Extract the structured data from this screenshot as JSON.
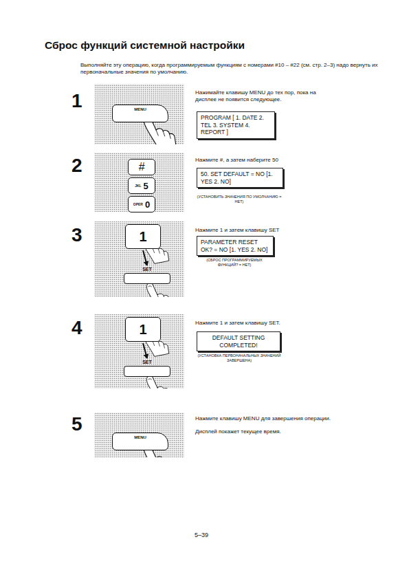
{
  "diagram": {
    "title": "Сброс функций системной настройки",
    "nodes": [
      {
        "text": [
          "MENU"
        ]
      },
      {
        "text": [
          "PROGRAM [ 1. DATE 2. TEL 3. SYSTEM 4. REPORT ]"
        ]
      },
      {
        "text": [
          "#"
        ]
      },
      {
        "text": [
          "JKL",
          "5"
        ]
      },
      {
        "text": [
          "OPER",
          "0"
        ]
      },
      {
        "text": [
          "50. SET DEFAULT = NO [1. YES 2. NO]"
        ]
      },
      {
        "text": [
          "1"
        ]
      },
      {
        "text": [
          "SET"
        ]
      },
      {
        "text": [
          "PARAMETER RESET OK? = NO [1. YES 2. NO]"
        ]
      },
      {
        "text": [
          "1"
        ]
      },
      {
        "text": [
          "SET"
        ]
      },
      {
        "text": [
          "DEFAULT SETTING COMPLETED!"
        ]
      },
      {
        "text": [
          "MENU"
        ]
      }
    ],
    "edges": [
      {
        "from": 6,
        "to": 7,
        "arrow": "to"
      },
      {
        "from": 9,
        "to": 10,
        "arrow": "to"
      }
    ],
    "labels": [
      "Выполняйте эту операцию, когда программируемым функциям с номерами #10 – #22 (см. стр. 2–3) надо вернуть их первоначальные значения по умолчанию.",
      "1",
      "Нажимайте клавишу MENU до тех пор, пока на дисплее не появится следующее.",
      "2",
      "Нажмите #, а затем наберите 50",
      "(УСТАНОВИТЬ ЗНАЧЕНИЯ ПО УМОЛЧАНИЮ = НЕТ)",
      "3",
      "Нажмите 1 и затем клавишу SET",
      "(СБРОС ПРОГРАММИРУЕМЫХ ФУНКЦИЙ? = НЕТ)",
      "4",
      "Нажмите 1 и затем клавишу SET.",
      "(УСТАНОВКА ПЕРВОНАЧАЛЬНЫХ ЗНАЧЕНИЙ ЗАВЕРШЕНА)",
      "5",
      "Нажмите клавишу MENU для завершения операции.",
      "Дисплей покажет текущее время.",
      "5–39"
    ]
  }
}
